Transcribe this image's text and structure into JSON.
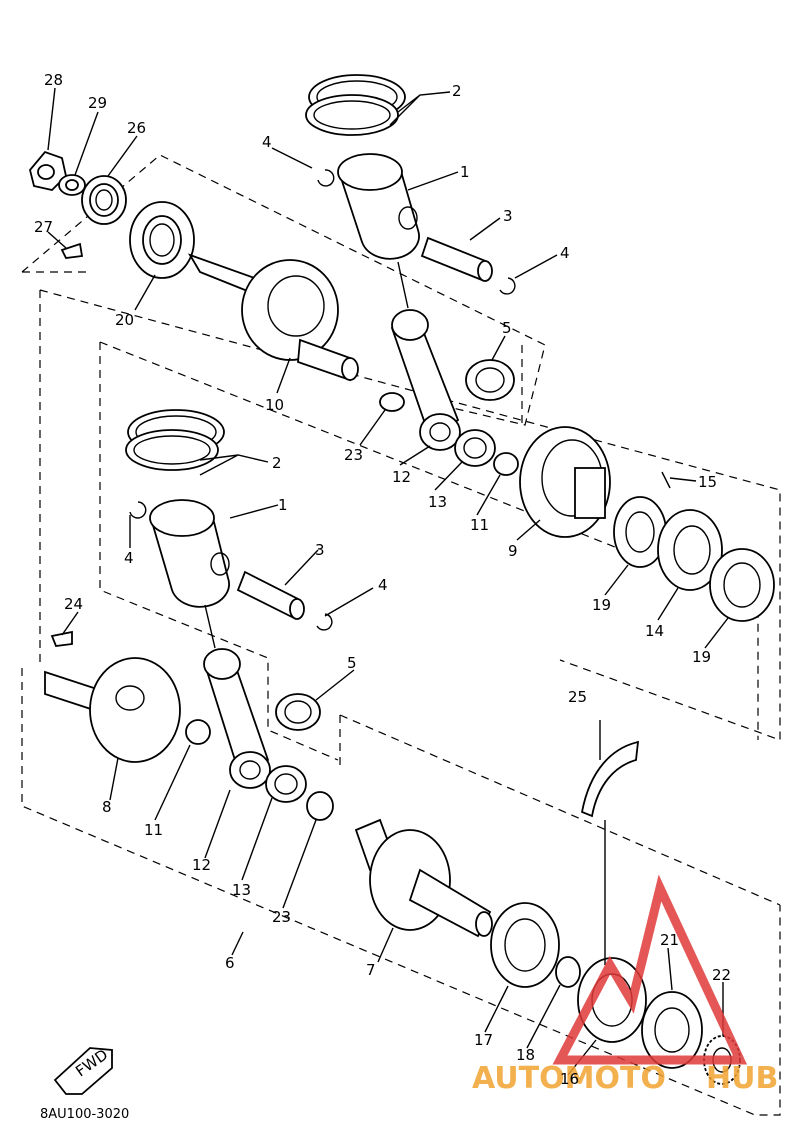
{
  "diagram_code": "8AU100-3020",
  "fwd_label": "FWD",
  "watermark": {
    "text_left": "AUTOMOTO",
    "text_right": "HUB",
    "color_red": "#e03a3a",
    "color_orange": "#f2a330"
  },
  "callouts": [
    {
      "id": "c28a",
      "text": "28"
    },
    {
      "id": "c29a",
      "text": "29"
    },
    {
      "id": "c26a",
      "text": "26"
    },
    {
      "id": "c27a",
      "text": "27"
    },
    {
      "id": "c20a",
      "text": "20"
    },
    {
      "id": "c2a",
      "text": "2"
    },
    {
      "id": "c4a",
      "text": "4"
    },
    {
      "id": "c1a",
      "text": "1"
    },
    {
      "id": "c3a",
      "text": "3"
    },
    {
      "id": "c4b",
      "text": "4"
    },
    {
      "id": "c5a",
      "text": "5"
    },
    {
      "id": "c10a",
      "text": "10"
    },
    {
      "id": "c23a",
      "text": "23"
    },
    {
      "id": "c12a",
      "text": "12"
    },
    {
      "id": "c13a",
      "text": "13"
    },
    {
      "id": "c11a",
      "text": "11"
    },
    {
      "id": "c9a",
      "text": "9"
    },
    {
      "id": "c15a",
      "text": "15"
    },
    {
      "id": "c19a",
      "text": "19"
    },
    {
      "id": "c14a",
      "text": "14"
    },
    {
      "id": "c19b",
      "text": "19"
    },
    {
      "id": "c2b",
      "text": "2"
    },
    {
      "id": "c1b",
      "text": "1"
    },
    {
      "id": "c4c",
      "text": "4"
    },
    {
      "id": "c3b",
      "text": "3"
    },
    {
      "id": "c4d",
      "text": "4"
    },
    {
      "id": "c24a",
      "text": "24"
    },
    {
      "id": "c5b",
      "text": "5"
    },
    {
      "id": "c8a",
      "text": "8"
    },
    {
      "id": "c11b",
      "text": "11"
    },
    {
      "id": "c12b",
      "text": "12"
    },
    {
      "id": "c13b",
      "text": "13"
    },
    {
      "id": "c23b",
      "text": "23"
    },
    {
      "id": "c25a",
      "text": "25"
    },
    {
      "id": "c6a",
      "text": "6"
    },
    {
      "id": "c7a",
      "text": "7"
    },
    {
      "id": "c17a",
      "text": "17"
    },
    {
      "id": "c18a",
      "text": "18"
    },
    {
      "id": "c16a",
      "text": "16"
    },
    {
      "id": "c21a",
      "text": "21"
    },
    {
      "id": "c22a",
      "text": "22"
    }
  ]
}
